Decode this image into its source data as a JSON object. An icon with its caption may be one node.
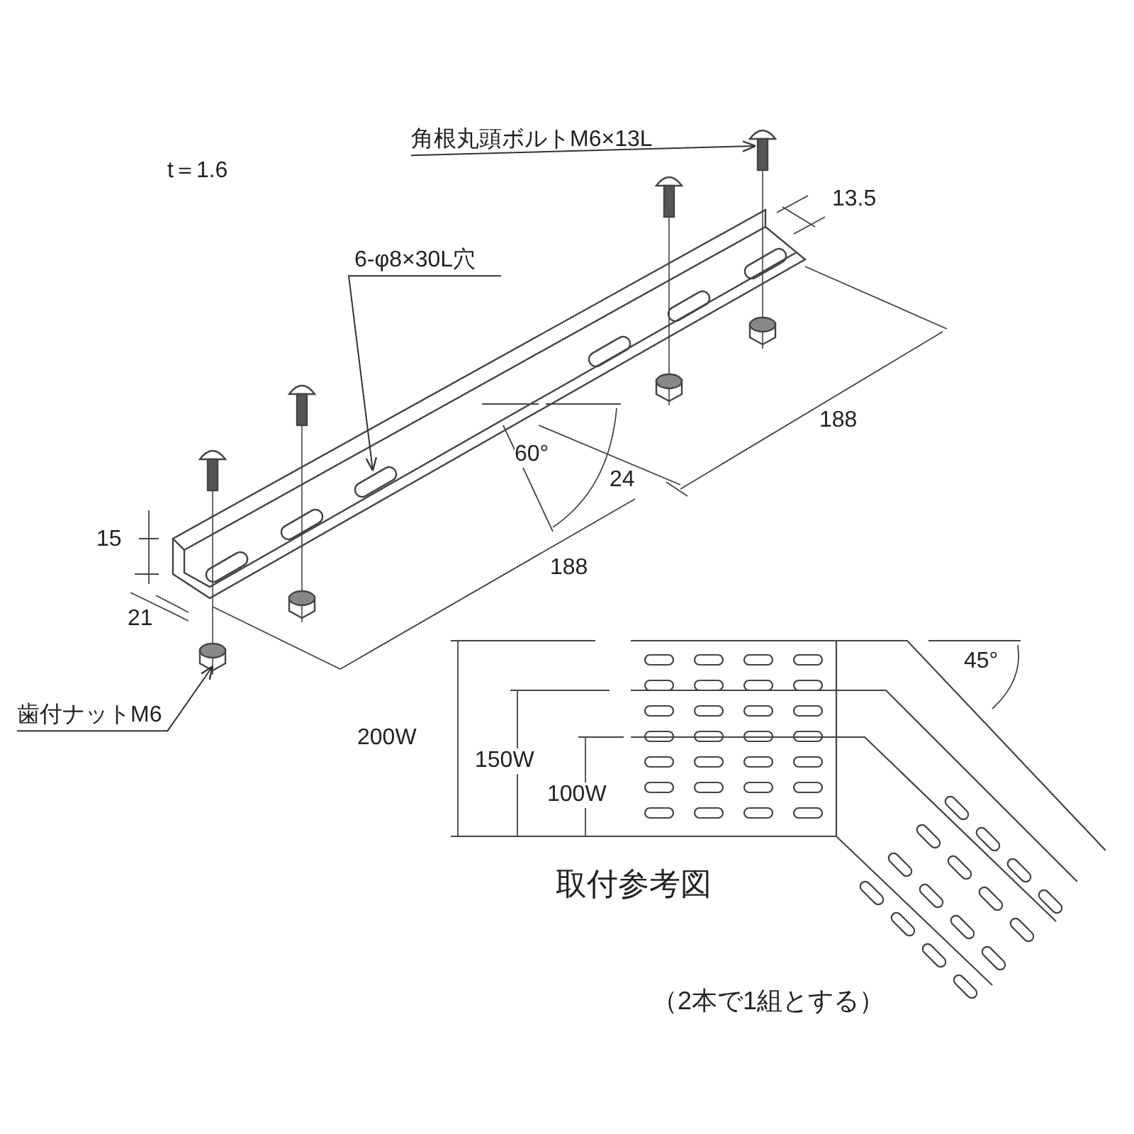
{
  "diagram": {
    "nodes": [
      {
        "text": [
          "角根丸頭ボルトM6×13L"
        ]
      },
      {
        "text": [
          "6-φ8×30L穴"
        ]
      },
      {
        "text": [
          "歯付ナットM6"
        ]
      }
    ],
    "edges": [
      {
        "from": 0,
        "to": null,
        "arrow": "to"
      },
      {
        "from": 1,
        "to": null,
        "arrow": "to"
      },
      {
        "from": 2,
        "to": null,
        "arrow": "to"
      }
    ],
    "labels": [
      "t＝1.6",
      "13.5",
      "188",
      "60°",
      "24",
      "15",
      "188",
      "21",
      "200W",
      "45°",
      "150W",
      "100W",
      "取付参考図",
      "（2本で1組とする）"
    ]
  }
}
